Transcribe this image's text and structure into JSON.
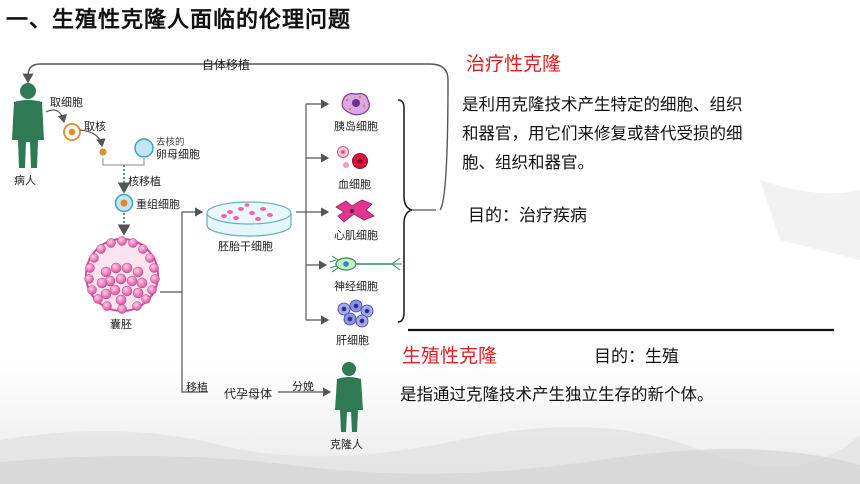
{
  "title": "一、生殖性克隆人面临的伦理问题",
  "diagram": {
    "autologous_transplant": "自体移植",
    "extract_cell": "取细胞",
    "extract_nucleus": "取核",
    "patient": "病人",
    "enucleated": "去核的",
    "oocyte": "卵母细胞",
    "nuclear_transfer": "核移植",
    "reconstructed_cell": "重组细胞",
    "blastocyst": "囊胚",
    "embryonic_stem_cell": "胚胎干细胞",
    "cells": [
      "胰岛细胞",
      "血细胞",
      "心肌细胞",
      "神经细胞",
      "肝细胞"
    ],
    "transplant": "移植",
    "surrogate_mother": "代孕母体",
    "delivery": "分娩",
    "clone_human": "克隆人"
  },
  "therapeutic": {
    "heading": "治疗性克隆",
    "description": "是利用克隆技术产生特定的细胞、组织和器官，用它们来修复或替代受损的细胞、组织和器官。",
    "line1": "是利用克隆技术产生特定的细胞、组织",
    "line2": "和器官，用它们来修复或替代受损的细",
    "line3": "胞、组织和器官。",
    "purpose": "目的：治疗疾病"
  },
  "reproductive": {
    "heading": "生殖性克隆",
    "purpose": "目的：生殖",
    "description": "是指通过克隆技术产生独立生存的新个体。"
  },
  "colors": {
    "accent_red": "#e02020",
    "figure_green": "#2f7a55",
    "blastocyst_pink": "#e86aa8",
    "divider": "#111111"
  }
}
